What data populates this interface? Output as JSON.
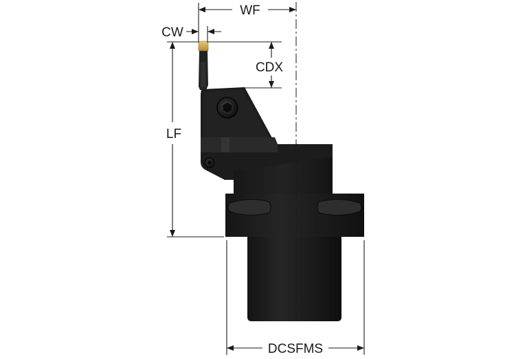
{
  "dimensions": {
    "wf": "WF",
    "cw": "CW",
    "cdx": "CDX",
    "lf": "LF",
    "dcsfms": "DCSFMS"
  },
  "colors": {
    "body": "#1c1c1c",
    "body_highlight": "#2b2b2b",
    "body_shadow": "#0d0d0d",
    "insert_tip": "#d8b45a",
    "dimension_lines": "#1a1a1a",
    "background": "#ffffff"
  }
}
